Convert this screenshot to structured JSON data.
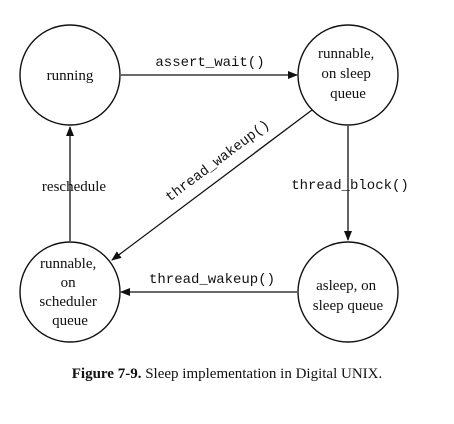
{
  "states": {
    "running": [
      "running"
    ],
    "runnable_sleep": [
      "runnable,",
      "on sleep",
      "queue"
    ],
    "runnable_sched": [
      "runnable,",
      "on",
      "scheduler",
      "queue"
    ],
    "asleep": [
      "asleep, on",
      "sleep queue"
    ]
  },
  "transitions": {
    "assert_wait": "assert_wait()",
    "thread_wakeup_diag": "thread_wakeup()",
    "thread_block": "thread_block()",
    "thread_wakeup_bottom": "thread_wakeup()",
    "reschedule": "reschedule"
  },
  "caption": {
    "number": "Figure 7-9.",
    "text": " Sleep implementation in Digital UNIX."
  }
}
